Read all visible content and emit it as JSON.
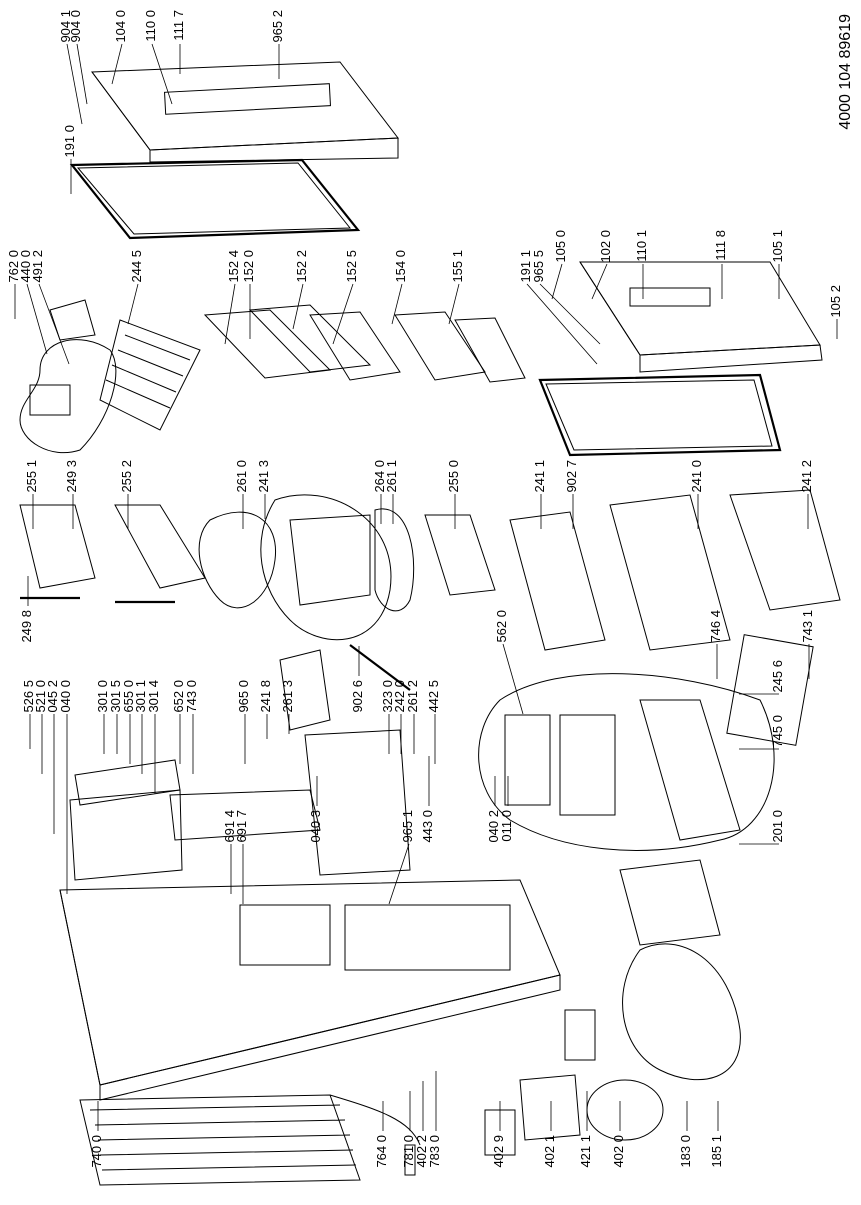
{
  "diagram": {
    "document_code": "4000 104 89619",
    "parts": [
      {
        "id": "p9041",
        "label": "904 1"
      },
      {
        "id": "p9040",
        "label": "904 0"
      },
      {
        "id": "p1040",
        "label": "104 0"
      },
      {
        "id": "p1100",
        "label": "110 0"
      },
      {
        "id": "p1117",
        "label": "111 7"
      },
      {
        "id": "p9652",
        "label": "965 2"
      },
      {
        "id": "p1910",
        "label": "191 0"
      },
      {
        "id": "p7620",
        "label": "762 0"
      },
      {
        "id": "p4400",
        "label": "440 0"
      },
      {
        "id": "p4912",
        "label": "491 2"
      },
      {
        "id": "p2445",
        "label": "244 5"
      },
      {
        "id": "p1524",
        "label": "152 4"
      },
      {
        "id": "p1520",
        "label": "152 0"
      },
      {
        "id": "p1522",
        "label": "152 2"
      },
      {
        "id": "p1525",
        "label": "152 5"
      },
      {
        "id": "p1540",
        "label": "154 0"
      },
      {
        "id": "p1551",
        "label": "155 1"
      },
      {
        "id": "p1911",
        "label": "191 1"
      },
      {
        "id": "p9655",
        "label": "965 5"
      },
      {
        "id": "p1050",
        "label": "105 0"
      },
      {
        "id": "p1020",
        "label": "102 0"
      },
      {
        "id": "p1101",
        "label": "110 1"
      },
      {
        "id": "p1118",
        "label": "111 8"
      },
      {
        "id": "p1051",
        "label": "105 1"
      },
      {
        "id": "p1052",
        "label": "105 2"
      },
      {
        "id": "p2551",
        "label": "255 1"
      },
      {
        "id": "p2493",
        "label": "249 3"
      },
      {
        "id": "p2552",
        "label": "255 2"
      },
      {
        "id": "p2498",
        "label": "249 8"
      },
      {
        "id": "p2610",
        "label": "261 0"
      },
      {
        "id": "p2413",
        "label": "241 3"
      },
      {
        "id": "p2640",
        "label": "264 0"
      },
      {
        "id": "p2611",
        "label": "261 1"
      },
      {
        "id": "p2550",
        "label": "255 0"
      },
      {
        "id": "p2411",
        "label": "241 1"
      },
      {
        "id": "p9027",
        "label": "902 7"
      },
      {
        "id": "p2410",
        "label": "241 0"
      },
      {
        "id": "p2412",
        "label": "241 2"
      },
      {
        "id": "p5620",
        "label": "562 0"
      },
      {
        "id": "p7464",
        "label": "746 4"
      },
      {
        "id": "p7431",
        "label": "743 1"
      },
      {
        "id": "p2456",
        "label": "245 6"
      },
      {
        "id": "p7450",
        "label": "745 0"
      },
      {
        "id": "p5265",
        "label": "526 5"
      },
      {
        "id": "p5210",
        "label": "521 0"
      },
      {
        "id": "p0452",
        "label": "045 2"
      },
      {
        "id": "p0400",
        "label": "040 0"
      },
      {
        "id": "p3010",
        "label": "301 0"
      },
      {
        "id": "p3015",
        "label": "301 5"
      },
      {
        "id": "p6550",
        "label": "655 0"
      },
      {
        "id": "p3011",
        "label": "301 1"
      },
      {
        "id": "p3014",
        "label": "301 4"
      },
      {
        "id": "p6520",
        "label": "652 0"
      },
      {
        "id": "p7430",
        "label": "743 0"
      },
      {
        "id": "p9650",
        "label": "965 0"
      },
      {
        "id": "p2418",
        "label": "241 8"
      },
      {
        "id": "p2613",
        "label": "261 3"
      },
      {
        "id": "p9026",
        "label": "902 6"
      },
      {
        "id": "p3230",
        "label": "323 0"
      },
      {
        "id": "p2420",
        "label": "242 0"
      },
      {
        "id": "p2612",
        "label": "261 2"
      },
      {
        "id": "p4425",
        "label": "442 5"
      },
      {
        "id": "p6914",
        "label": "691 4"
      },
      {
        "id": "p6917",
        "label": "691 7"
      },
      {
        "id": "p0403",
        "label": "040 3"
      },
      {
        "id": "p9651",
        "label": "965 1"
      },
      {
        "id": "p4430",
        "label": "443 0"
      },
      {
        "id": "p0402",
        "label": "040 2"
      },
      {
        "id": "p0110",
        "label": "011 0"
      },
      {
        "id": "p2010",
        "label": "201 0"
      },
      {
        "id": "p7400",
        "label": "740 0"
      },
      {
        "id": "p7640",
        "label": "764 0"
      },
      {
        "id": "p7810",
        "label": "781 0"
      },
      {
        "id": "p4022",
        "label": "402 2"
      },
      {
        "id": "p7830",
        "label": "783 0"
      },
      {
        "id": "p4029",
        "label": "402 9"
      },
      {
        "id": "p4021",
        "label": "402 1"
      },
      {
        "id": "p4211",
        "label": "421 1"
      },
      {
        "id": "p4020",
        "label": "402 0"
      },
      {
        "id": "p1830",
        "label": "183 0"
      },
      {
        "id": "p1851",
        "label": "185 1"
      }
    ]
  }
}
